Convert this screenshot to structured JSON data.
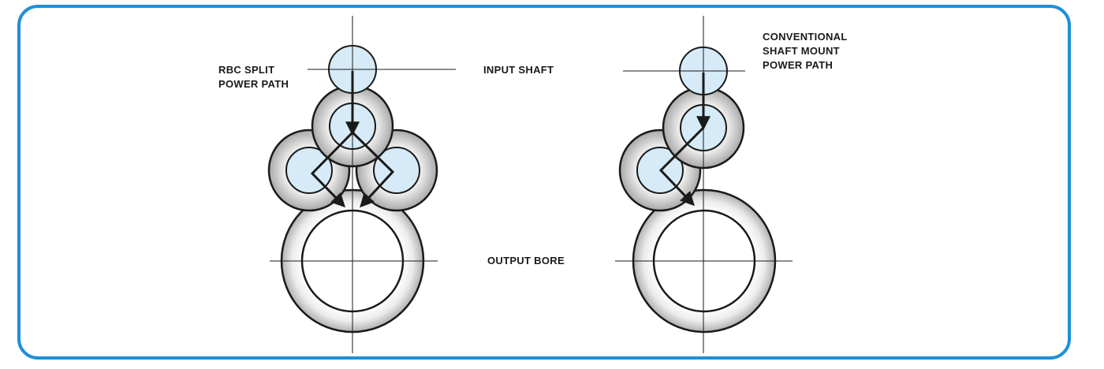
{
  "labels": {
    "split_path": "RBC SPLIT\nPOWER PATH",
    "input_shaft": "INPUT SHAFT",
    "conventional_path": "CONVENTIONAL\nSHAFT MOUNT\nPOWER PATH",
    "output_bore": "OUTPUT BORE"
  },
  "colors": {
    "frame_border": "#1f8fd6",
    "pinion_fill": "#d6ebf7",
    "gear_ring_light": "#f4f4f4",
    "gear_ring_dark": "#a8a8a8",
    "outline": "#1a1a1a"
  }
}
